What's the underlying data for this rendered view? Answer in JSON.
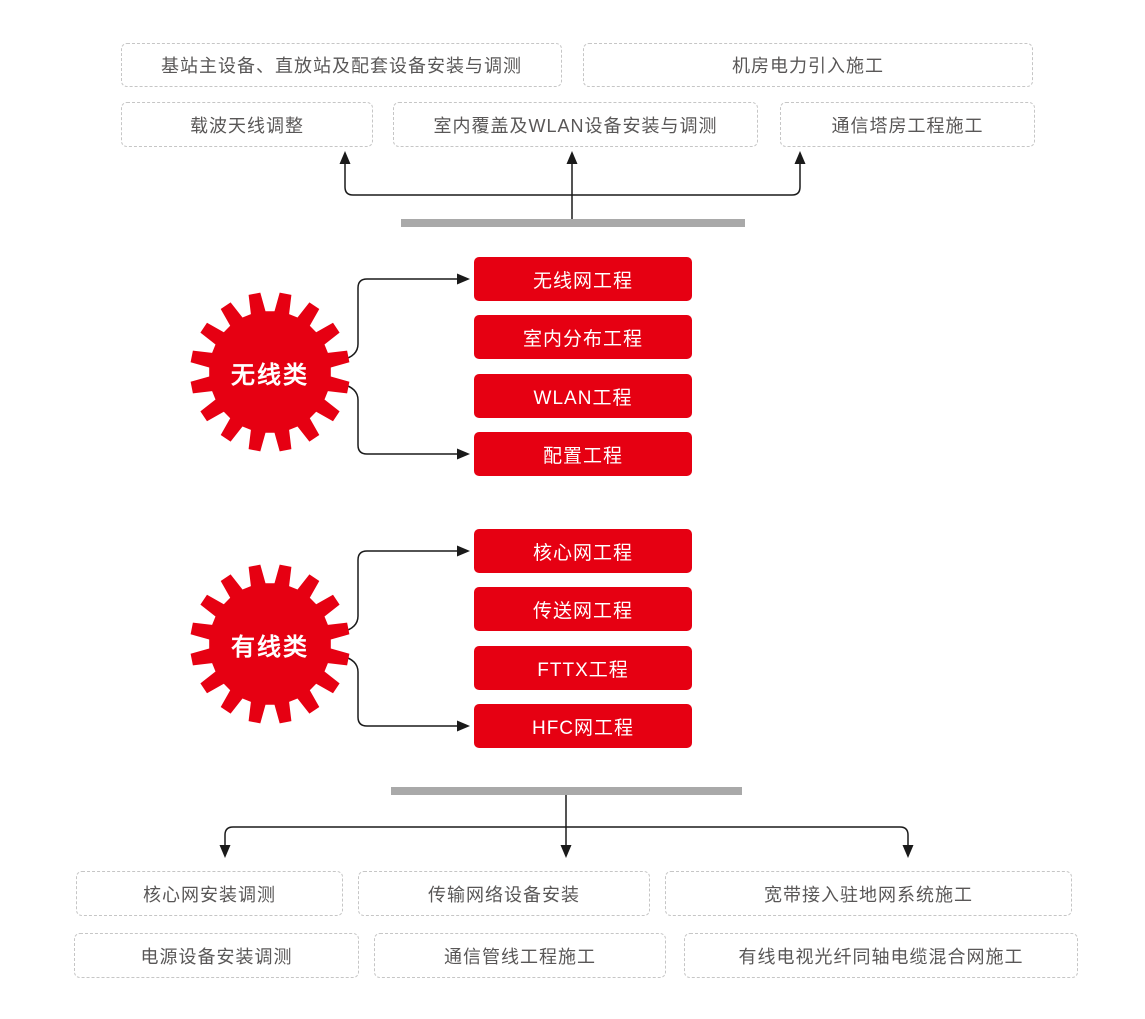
{
  "colors": {
    "red": "#e60012",
    "bar": "#a9a9a9",
    "line": "#1a1a1a",
    "box_border": "#c6c6c6",
    "box_text": "#595757"
  },
  "top_boxes": {
    "row1": [
      "基站主设备、直放站及配套设备安装与调测",
      "机房电力引入施工"
    ],
    "row2": [
      "载波天线调整",
      "室内覆盖及WLAN设备安装与调测",
      "通信塔房工程施工"
    ]
  },
  "groups": [
    {
      "gear_label": "无线类",
      "items": [
        "无线网工程",
        "室内分布工程",
        "WLAN工程",
        "配置工程"
      ]
    },
    {
      "gear_label": "有线类",
      "items": [
        "核心网工程",
        "传送网工程",
        "FTTX工程",
        "HFC网工程"
      ]
    }
  ],
  "bottom_boxes": {
    "row1": [
      "核心网安装调测",
      "传输网络设备安装",
      "宽带接入驻地网系统施工"
    ],
    "row2": [
      "电源设备安装调测",
      "通信管线工程施工",
      "有线电视光纤同轴电缆混合网施工"
    ]
  }
}
